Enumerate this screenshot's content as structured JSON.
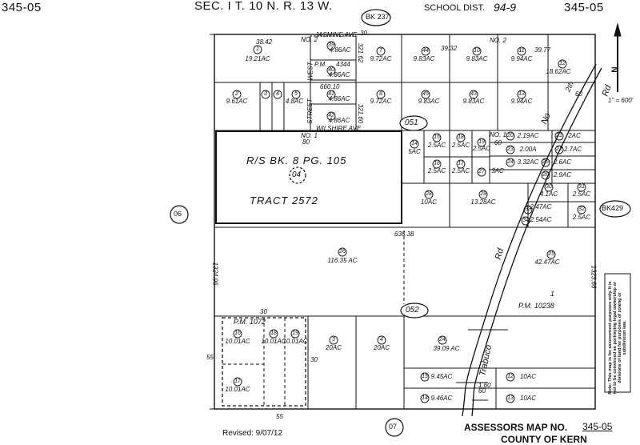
{
  "header": {
    "left_code": "345-05",
    "section": "SEC. I  T. 10 N. R. 13 W.",
    "book_ref": "BK 237",
    "school_dist_label": "SCHOOL DIST.",
    "school_dist_value": "94-9",
    "right_code": "345-05"
  },
  "map_refs": {
    "pg051": "051",
    "pg052": "052",
    "pg06": "06",
    "pg07": "07",
    "bk429": "BK429",
    "tract_parcel": "04"
  },
  "tract": {
    "rs": "R/S  BK. 8  PG. 105",
    "name": "TRACT  2572"
  },
  "roads": {
    "jasmine": "JASMINE AVE",
    "wilshire": "WILSHIRE AVE",
    "west": "WEST",
    "street": "STREET",
    "rd_right": "Rd",
    "rd_mid": "Rd",
    "trabuco": "Trabuco",
    "no": "No",
    "rd_top": "2th"
  },
  "dims": {
    "d3842": "38.42",
    "no2a": "NO. 2",
    "no2b": "NO. 2",
    "d3932": "39.32",
    "d3977": "39.77",
    "d30a": "30",
    "d30b": "30",
    "d30c": "30",
    "d60a": "60",
    "d60b": "60",
    "d60c": "60",
    "d4344": "4344",
    "pm": "P.M.",
    "pm1072": "P.M.  1072",
    "pm10238": "P.M.      10238",
    "d66010": "660.10",
    "d32162": "321.62",
    "d32160": "321.60",
    "no1": "NO. 1",
    "no1b": "NO. 1",
    "d80": "80",
    "d63638": "636.38",
    "d132496": "1324.96",
    "d132366": "1323.66",
    "d55a": "55",
    "d55b": "55",
    "d160": "1.60",
    "scale": "1\" = 600'",
    "pm_one": "1"
  },
  "parcels": [
    {
      "n": "1",
      "a": "19.21AC"
    },
    {
      "n": "39",
      "a": "4.86AC"
    },
    {
      "n": "40",
      "a": "4.86AC"
    },
    {
      "n": "41",
      "a": "4.86AC"
    },
    {
      "n": "42",
      "a": "4.86AC"
    },
    {
      "n": "7",
      "a": "9.72AC"
    },
    {
      "n": "44",
      "a": "9.83AC"
    },
    {
      "n": "10",
      "a": "9.83AC"
    },
    {
      "n": "11",
      "a": "9.94AC"
    },
    {
      "n": "12",
      "a": "18.62AC"
    },
    {
      "n": "2",
      "a": "9.61AC"
    },
    {
      "n": "3",
      "a": ""
    },
    {
      "n": "4",
      "a": ""
    },
    {
      "n": "5",
      "a": "4.8AC"
    },
    {
      "n": "8",
      "a": "9.72AC"
    },
    {
      "n": "45",
      "a": "9.83AC"
    },
    {
      "n": "43",
      "a": "9.83AC"
    },
    {
      "n": "13",
      "a": "9.94AC"
    },
    {
      "n": "14",
      "a": "5AC"
    },
    {
      "n": "15",
      "a": "2.5AC"
    },
    {
      "n": "18",
      "a": "2.5AC"
    },
    {
      "n": "19",
      "a": "2.5AC"
    },
    {
      "n": "16",
      "a": "2.5AC"
    },
    {
      "n": "17",
      "a": "2.5AC"
    },
    {
      "n": "27",
      "a": "3AC"
    },
    {
      "n": "20",
      "a": "2.19AC"
    },
    {
      "n": "21",
      "a": "2AC"
    },
    {
      "n": "23",
      "a": "2.00A"
    },
    {
      "n": "22",
      "a": "2.7AC"
    },
    {
      "n": "24",
      "a": "3.32AC"
    },
    {
      "n": "25",
      "a": "2.6AC"
    },
    {
      "n": "26",
      "a": "2.9AC"
    },
    {
      "n": "28",
      "a": "10AC"
    },
    {
      "n": "29",
      "a": "13.28AC"
    },
    {
      "n": "30",
      "a": "4.1AC"
    },
    {
      "n": "31",
      "a": "2.5AC"
    },
    {
      "n": "33",
      "a": "2.47AC"
    },
    {
      "n": "32",
      "a": "2.5AC"
    },
    {
      "n": "34",
      "a": "2.54AC"
    },
    {
      "n": "26",
      "a": "116.35 AC"
    },
    {
      "n": "25",
      "a": "42.47AC"
    },
    {
      "n": "16",
      "a": "10.01AC"
    },
    {
      "n": "18",
      "a": "10.01AC"
    },
    {
      "n": "19",
      "a": "10.01AC"
    },
    {
      "n": "17",
      "a": "10.01AC"
    },
    {
      "n": "3",
      "a": "20AC"
    },
    {
      "n": "4",
      "a": "20AC"
    },
    {
      "n": "24",
      "a": "39.09 AC"
    },
    {
      "n": "15",
      "a": "9.45AC"
    },
    {
      "n": "14",
      "a": "9.46AC"
    },
    {
      "n": "12",
      "a": "10AC"
    },
    {
      "n": "13",
      "a": "10AC"
    }
  ],
  "note": "Note: This map is for assessment purposes only. It is not to be construed as portraying legal ownership or divisions of land for purposes of zoning or subdivision law.",
  "footer": {
    "revised": "Revised: 9/07/12",
    "map_no_label": "ASSESSORS MAP NO.",
    "map_no": "345-05",
    "county": "COUNTY OF KERN"
  }
}
